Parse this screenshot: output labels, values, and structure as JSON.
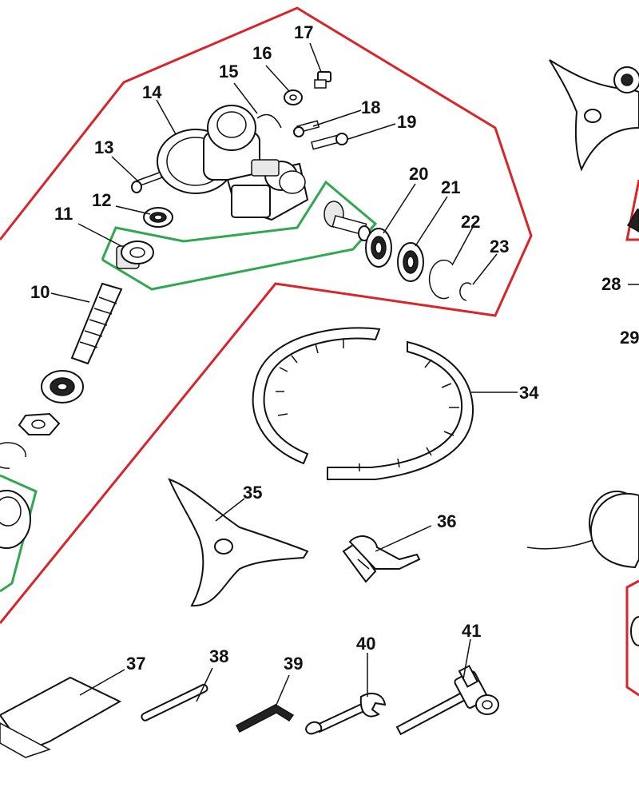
{
  "colors": {
    "red_outline": "#d8242a",
    "green_outline": "#2fa84f",
    "ink": "#111111"
  },
  "part_labels": [
    "10",
    "11",
    "12",
    "13",
    "14",
    "15",
    "16",
    "17",
    "18",
    "19",
    "20",
    "21",
    "22",
    "23",
    "28",
    "29",
    "34",
    "35",
    "36",
    "37",
    "38",
    "39",
    "40",
    "41"
  ]
}
